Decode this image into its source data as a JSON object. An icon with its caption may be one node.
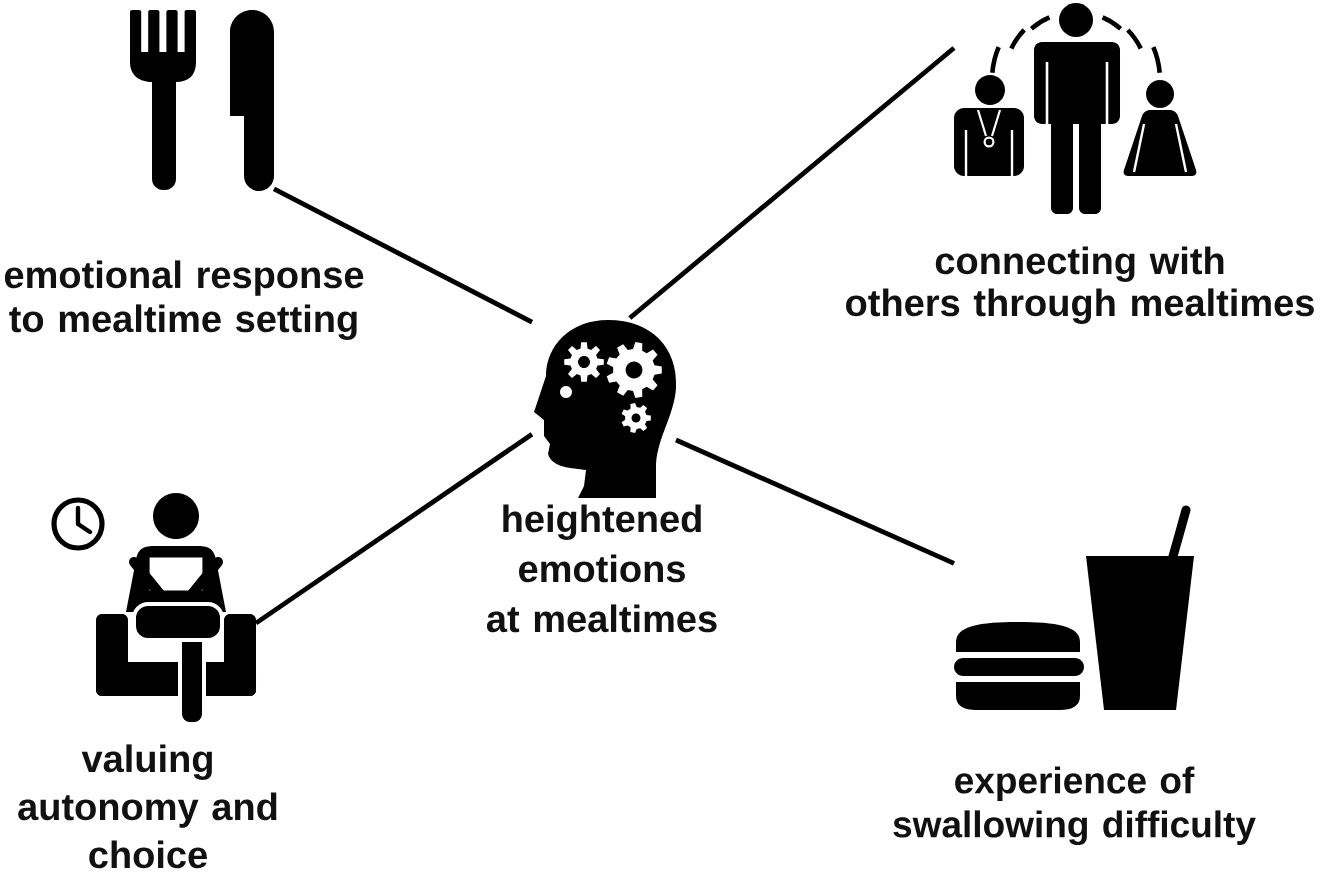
{
  "diagram": {
    "nodes": [
      {
        "text": [],
        "shape": "picture",
        "beside": [
          "emotional response to mealtime setting"
        ]
      },
      {
        "text": [],
        "shape": "picture",
        "beside": [
          "connecting with others through mealtimes"
        ]
      },
      {
        "text": [],
        "shape": "picture",
        "beside": [
          "heightened emotions at mealtimes"
        ]
      },
      {
        "text": [],
        "shape": "picture",
        "beside": [
          "valuing autonomy and choice"
        ]
      },
      {
        "text": [],
        "shape": "picture",
        "beside": [
          "experience of swallowing difficulty"
        ]
      }
    ],
    "edges": [
      {
        "from": 2,
        "to": 0,
        "arrow": "none"
      },
      {
        "from": 2,
        "to": 1,
        "arrow": "none"
      },
      {
        "from": 2,
        "to": 3,
        "arrow": "none"
      },
      {
        "from": 2,
        "to": 4,
        "arrow": "none"
      }
    ]
  }
}
